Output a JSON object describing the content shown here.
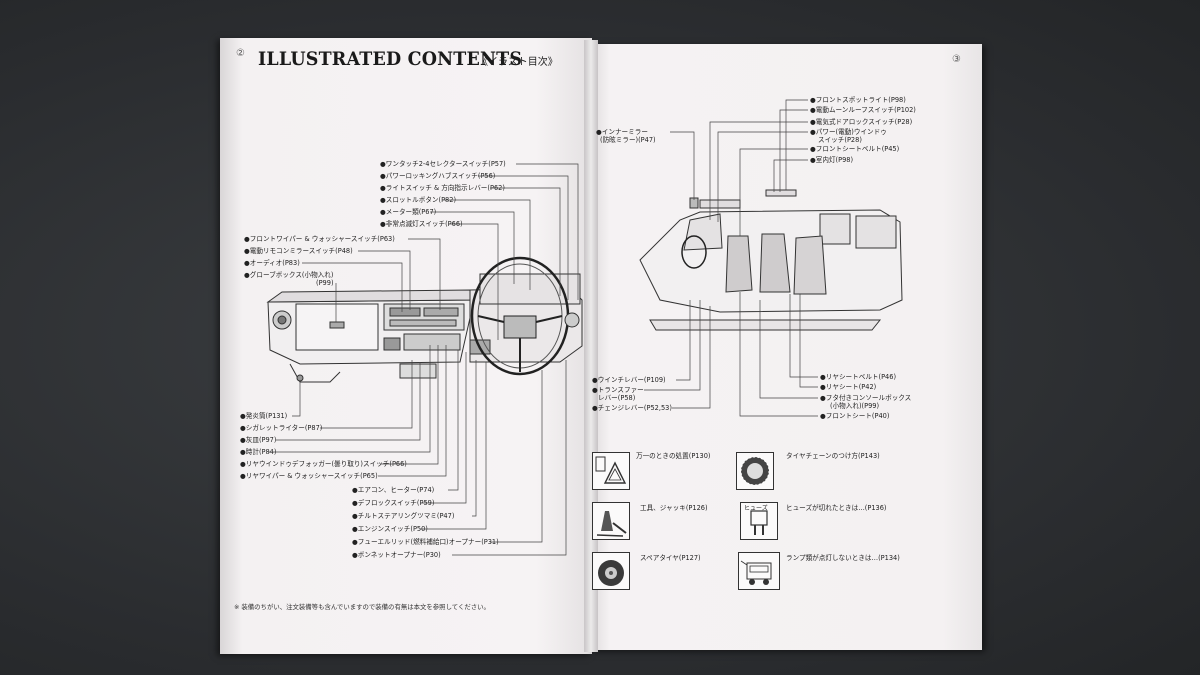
{
  "pages": {
    "left_number": "②",
    "right_number": "③"
  },
  "title": "ILLUSTRATED CONTENTS",
  "title_sub": "《イラスト目次》",
  "dash_labels_top": [
    "●ワンタッチ2-4セレクタースイッチ(P57)",
    "●パワーロッキングハブスイッチ(P56)",
    "●ライトスイッチ & 方向指示レバー(P62)",
    "●スロットルボタン(P82)",
    "●メーター類(P67)",
    "●非常点滅灯スイッチ(P66)"
  ],
  "dash_labels_left": [
    "●フロントワイパー & ウォッシャースイッチ(P63)",
    "●電動リモコンミラースイッチ(P48)",
    "●オーディオ(P83)",
    "●グローブボックス(小物入れ)",
    "(P99)"
  ],
  "dash_labels_bottom": [
    "●発炎筒(P131)",
    "●シガレットライター(P87)",
    "●灰皿(P97)",
    "●時計(P84)",
    "●リヤウインドゥデフォッガー(曇り取り)スイッチ(P66)",
    "●リヤワイパー & ウォッシャースイッチ(P65)",
    "●エアコン、ヒーター(P74)",
    "●デフロックスイッチ(P59)",
    "●チルトステアリングツマミ(P47)",
    "●エンジンスイッチ(P50)",
    "●フューエルリッド(燃料補給口)オープナー(P31)",
    "●ボンネットオープナー(P30)"
  ],
  "note": "※ 装備のちがい、注文装備等も含んでいますので装備の有無は本文を参照してください。",
  "cabin_labels_top": [
    "●フロントスポットライト(P98)",
    "●電動ムーンルーフスイッチ(P102)",
    "●電気式ドアロックスイッチ(P28)",
    "●パワー(電動)ウインドゥ",
    "スイッチ(P28)",
    "●フロントシートベルト(P45)",
    "●室内灯(P98)"
  ],
  "cabin_label_mirror": [
    "●インナーミラー",
    "(防眩ミラー)(P47)"
  ],
  "cabin_labels_left": [
    "●ウインチレバー(P109)",
    "●トランスファー",
    "レバー(P58)",
    "●チェンジレバー(P52,53)"
  ],
  "cabin_labels_right": [
    "●リヤシートベルト(P46)",
    "●リヤシート(P42)",
    "●フタ付きコンソールボックス",
    "(小物入れ)(P99)",
    "●フロントシート(P40)"
  ],
  "emergency": [
    {
      "text": "万一のときの処置(P130)",
      "icon": "warning-triangle-icon"
    },
    {
      "text": "タイヤチェーンのつけ方(P143)",
      "icon": "tire-chain-icon"
    },
    {
      "text": "工具、ジャッキ(P126)",
      "icon": "jack-icon"
    },
    {
      "text": "ヒューズが切れたときは…(P136)",
      "icon": "fuse-icon"
    },
    {
      "text": "スペアタイヤ(P127)",
      "icon": "spare-tire-icon"
    },
    {
      "text": "ランプ類が点灯しないときは…(P134)",
      "icon": "car-lamp-icon"
    }
  ],
  "fuse_tag": "ヒューズ",
  "colors": {
    "paper": "#f3f0f1",
    "ink": "#222222",
    "background": "#2f3235"
  }
}
